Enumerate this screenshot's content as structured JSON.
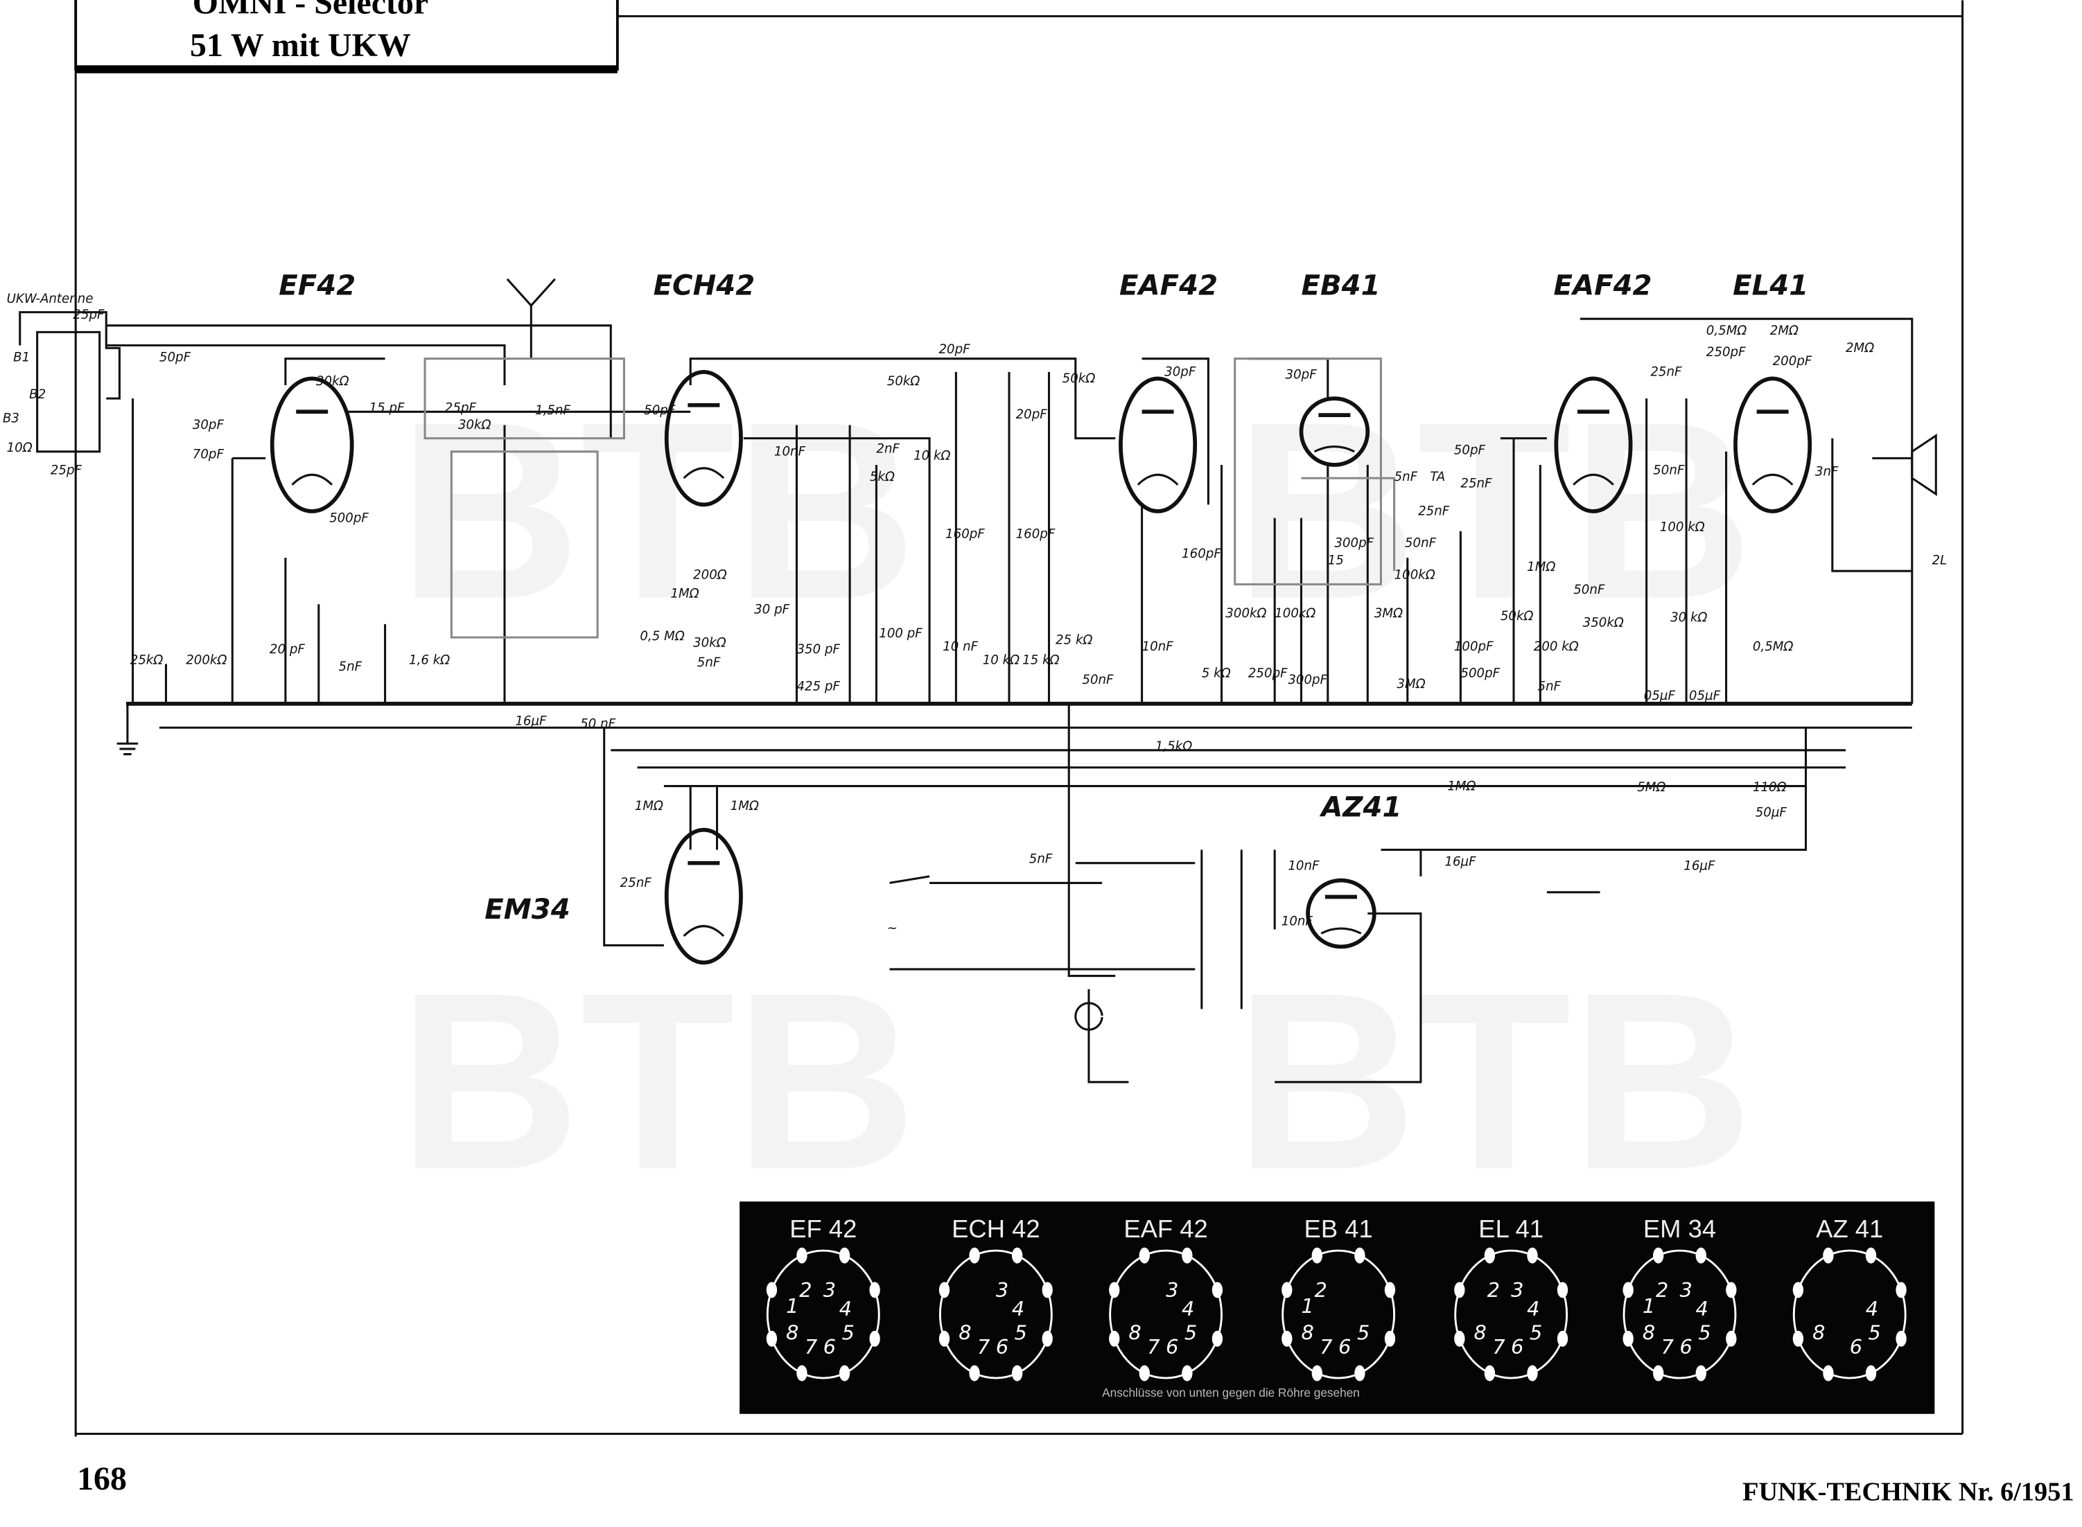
{
  "header": {
    "title_line1": "OMNI - Selector",
    "title_line2": "51 W mit UKW"
  },
  "footer": {
    "page_number": "168",
    "journal": "FUNK-TECHNIK Nr. 6/1951"
  },
  "watermark": "BTB",
  "tubes": [
    {
      "name": "EF42"
    },
    {
      "name": "ECH42"
    },
    {
      "name": "EAF42"
    },
    {
      "name": "EB41"
    },
    {
      "name": "EAF42"
    },
    {
      "name": "EL41"
    },
    {
      "name": "EM34"
    },
    {
      "name": "AZ41"
    }
  ],
  "components": [
    "UKW-Antenne",
    "25pF",
    "B1",
    "B2",
    "B3",
    "10Ω",
    "25pF",
    "50pF",
    "30pF",
    "70pF",
    "30kΩ",
    "15 pF",
    "500pF",
    "25pF",
    "30kΩ",
    "1,5nF",
    "25kΩ",
    "200kΩ",
    "20 pF",
    "5nF",
    "1,6 kΩ",
    "16µF",
    "50 nF",
    "50pF",
    "1MΩ",
    "0,5 MΩ",
    "200Ω",
    "30kΩ",
    "5nF",
    "30 pF",
    "350 pF",
    "425 pF",
    "100 pF",
    "10nF",
    "2nF",
    "5kΩ",
    "10 kΩ",
    "20pF",
    "50kΩ",
    "50kΩ",
    "20pF",
    "160pF",
    "160pF",
    "10 nF",
    "10 kΩ",
    "15 kΩ",
    "25 kΩ",
    "50nF",
    "30pF",
    "160pF",
    "10nF",
    "5 kΩ",
    "300kΩ",
    "250pF",
    "100kΩ",
    "300pF",
    "30pF",
    "5nF",
    "300pF",
    "15",
    "100kΩ",
    "3MΩ",
    "3MΩ",
    "TA",
    "25nF",
    "50nF",
    "100pF",
    "500pF",
    "50pF",
    "25nF",
    "1MΩ",
    "50nF",
    "50kΩ",
    "200 kΩ",
    "5nF",
    "350kΩ",
    "05µF",
    "30 kΩ",
    "05µF",
    "0,5MΩ",
    "25nF",
    "0,5MΩ",
    "2MΩ",
    "250pF",
    "200pF",
    "2MΩ",
    "50nF",
    "100 kΩ",
    "3nF",
    "2L",
    "1,5kΩ",
    "1MΩ",
    "5MΩ",
    "110Ω",
    "50µF",
    "1MΩ",
    "1MΩ",
    "25nF",
    "5nF",
    "16µF",
    "16µF",
    "10nF",
    "10nF",
    "~"
  ],
  "socket_panel": {
    "caption": "Anschlüsse von unten gegen die Röhre gesehen",
    "sockets": [
      {
        "name": "EF 42",
        "pins": [
          "1",
          "2",
          "3",
          "4",
          "5",
          "6",
          "7",
          "8"
        ]
      },
      {
        "name": "ECH 42",
        "pins": [
          "3",
          "4",
          "5",
          "6",
          "7",
          "8"
        ]
      },
      {
        "name": "EAF 42",
        "pins": [
          "3",
          "4",
          "5",
          "6",
          "7",
          "8"
        ]
      },
      {
        "name": "EB 41",
        "pins": [
          "1",
          "2",
          "5",
          "6",
          "7",
          "8"
        ]
      },
      {
        "name": "EL 41",
        "pins": [
          "2",
          "3",
          "4",
          "5",
          "6",
          "7",
          "8"
        ]
      },
      {
        "name": "EM 34",
        "pins": [
          "1",
          "2",
          "3",
          "4",
          "5",
          "6",
          "7",
          "8"
        ]
      },
      {
        "name": "AZ 41",
        "pins": [
          "4",
          "5",
          "6",
          "8"
        ]
      }
    ]
  }
}
